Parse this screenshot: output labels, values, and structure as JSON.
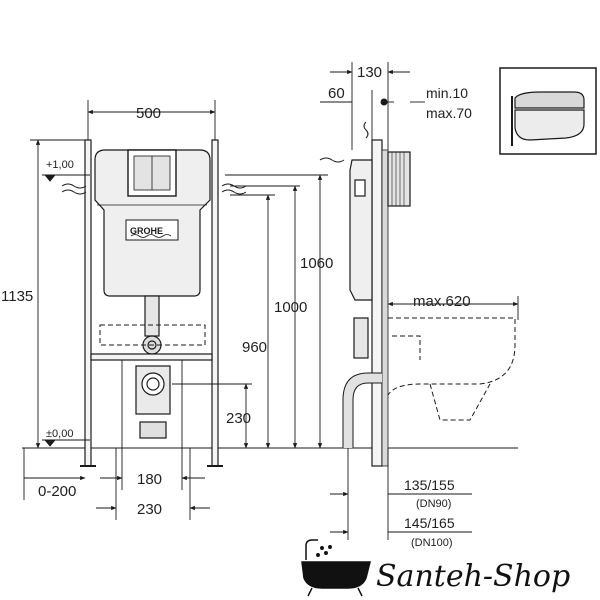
{
  "front_view": {
    "width_label": "500",
    "overall_height_label": "1135",
    "plus_level_label": "+1,00",
    "zero_level_label": "±0,00",
    "height_1060_label": "1060",
    "height_1000_label": "1000",
    "height_960_label": "960",
    "height_230_label": "230",
    "offset_label": "0-200",
    "spacing_180_label": "180",
    "spacing_230_label": "230",
    "brand_plate": "GROHE"
  },
  "side_view": {
    "depth_130_label": "130",
    "depth_60_label": "60",
    "min_label": "min.10",
    "max_label": "max.70",
    "projection_label": "max.620",
    "outlet_dn90_label": "135/155",
    "outlet_dn90_sub": "(DN90)",
    "outlet_dn100_label": "145/165",
    "outlet_dn100_sub": "(DN100)"
  },
  "watermark": {
    "text": "Santeh-Shop"
  },
  "colors": {
    "line": "#1a1a1a",
    "light": "#7a7a7a",
    "fill": "#e9e9e9",
    "background": "#ffffff"
  }
}
